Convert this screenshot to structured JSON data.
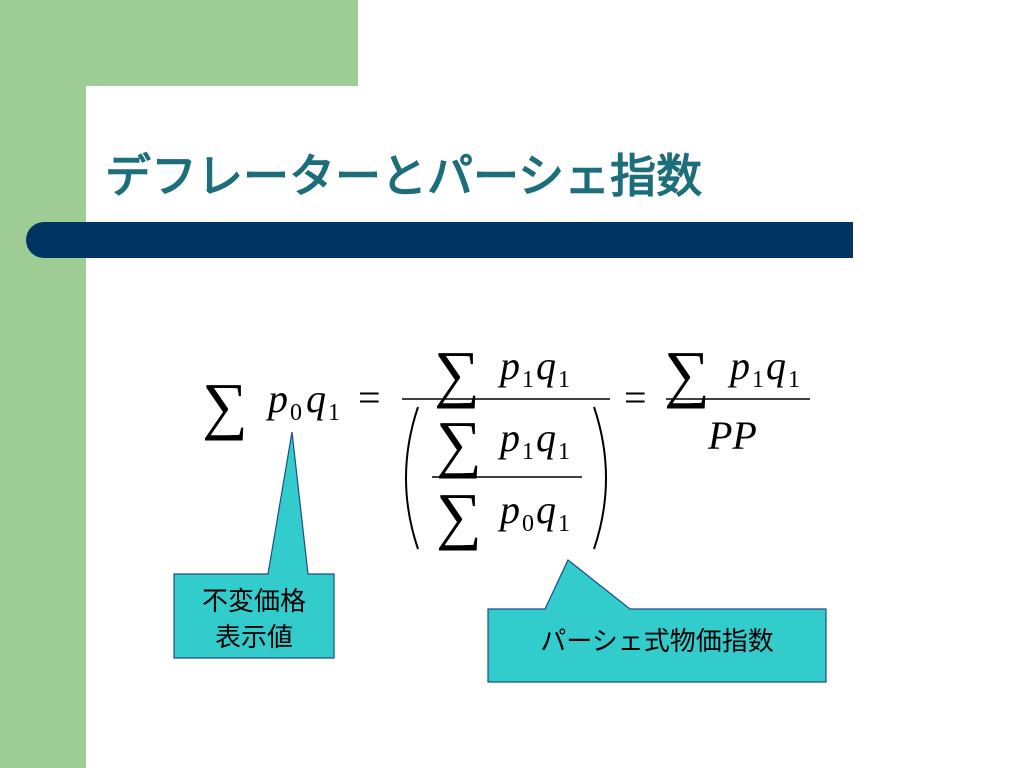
{
  "slide": {
    "title": "デフレーターとパーシェ指数"
  },
  "formula": {
    "lhs_sum": "∑",
    "lhs_p": "p",
    "lhs_p_sub": "0",
    "lhs_q": "q",
    "lhs_q_sub": "1",
    "equals": "=",
    "num_sum": "∑",
    "num_p": "p",
    "num_p_sub": "1",
    "num_q": "q",
    "num_q_sub": "1",
    "inner_num_sum": "∑",
    "inner_num_p": "p",
    "inner_num_p_sub": "1",
    "inner_num_q": "q",
    "inner_num_q_sub": "1",
    "inner_den_sum": "∑",
    "inner_den_p": "p",
    "inner_den_p_sub": "0",
    "inner_den_q": "q",
    "inner_den_q_sub": "1",
    "right_num_sum": "∑",
    "right_num_p": "p",
    "right_num_p_sub": "1",
    "right_num_q": "q",
    "right_num_q_sub": "1",
    "right_den": "PP"
  },
  "callouts": {
    "left_line1": "不変価格",
    "left_line2": "表示値",
    "right": "パーシェ式物価指数"
  },
  "colors": {
    "green": "#9dcc94",
    "navy_bar": "#003463",
    "title": "#1b6e7a",
    "callout_fill": "#33cccc",
    "callout_border": "#1a4e8c"
  }
}
